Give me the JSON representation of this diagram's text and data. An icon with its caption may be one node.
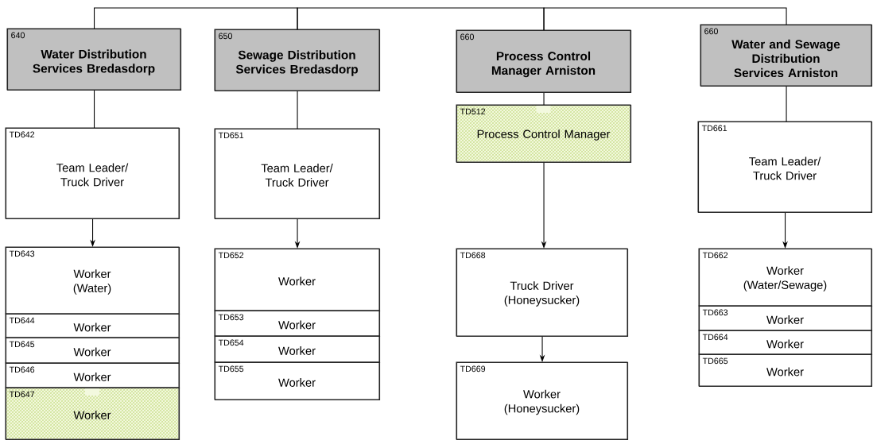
{
  "diagram": {
    "nodes": [
      {
        "text": [
          "640",
          "Water Distribution Services Bredasdorp"
        ]
      },
      {
        "text": [
          "TD642",
          "Team Leader/ Truck Driver"
        ]
      },
      {
        "text": [
          "TD643",
          "Worker (Water)"
        ]
      },
      {
        "text": [
          "TD644",
          "Worker"
        ]
      },
      {
        "text": [
          "TD645",
          "Worker"
        ]
      },
      {
        "text": [
          "TD646",
          "Worker"
        ]
      },
      {
        "text": [
          "TD647",
          "Worker"
        ]
      },
      {
        "text": [
          "650",
          "Sewage Distribution Services Bredasdorp"
        ]
      },
      {
        "text": [
          "TD651",
          "Team Leader/ Truck Driver"
        ]
      },
      {
        "text": [
          "TD652",
          "Worker"
        ]
      },
      {
        "text": [
          "TD653",
          "Worker"
        ]
      },
      {
        "text": [
          "TD654",
          "Worker"
        ]
      },
      {
        "text": [
          "TD655",
          "Worker"
        ]
      },
      {
        "text": [
          "660",
          "Process Control Manager Arniston"
        ]
      },
      {
        "text": [
          "TD512",
          "Process Control Manager"
        ]
      },
      {
        "text": [
          "TD668",
          "Truck Driver (Honeysucker)"
        ]
      },
      {
        "text": [
          "TD669",
          "Worker (Honeysucker)"
        ]
      },
      {
        "text": [
          "660",
          "Water and Sewage Distribution Services Arniston"
        ]
      },
      {
        "text": [
          "TD661",
          "Team Leader/ Truck Driver"
        ]
      },
      {
        "text": [
          "TD662",
          "Worker (Water/Sewage)"
        ]
      },
      {
        "text": [
          "TD663",
          "Worker"
        ]
      },
      {
        "text": [
          "TD664",
          "Worker"
        ]
      },
      {
        "text": [
          "TD665",
          "Worker"
        ]
      }
    ],
    "edges": [
      {
        "from": 0,
        "to": 7,
        "arrow": "none"
      },
      {
        "from": 7,
        "to": 13,
        "arrow": "none"
      },
      {
        "from": 13,
        "to": 17,
        "arrow": "none"
      },
      {
        "from": 0,
        "to": 1,
        "arrow": "none"
      },
      {
        "from": 1,
        "to": 2,
        "arrow": "to"
      },
      {
        "from": 7,
        "to": 8,
        "arrow": "none"
      },
      {
        "from": 8,
        "to": 9,
        "arrow": "to"
      },
      {
        "from": 13,
        "to": 14,
        "arrow": "none"
      },
      {
        "from": 14,
        "to": 15,
        "arrow": "to"
      },
      {
        "from": 15,
        "to": 16,
        "arrow": "to"
      },
      {
        "from": 17,
        "to": 18,
        "arrow": "none"
      },
      {
        "from": 18,
        "to": 19,
        "arrow": "to"
      }
    ]
  }
}
